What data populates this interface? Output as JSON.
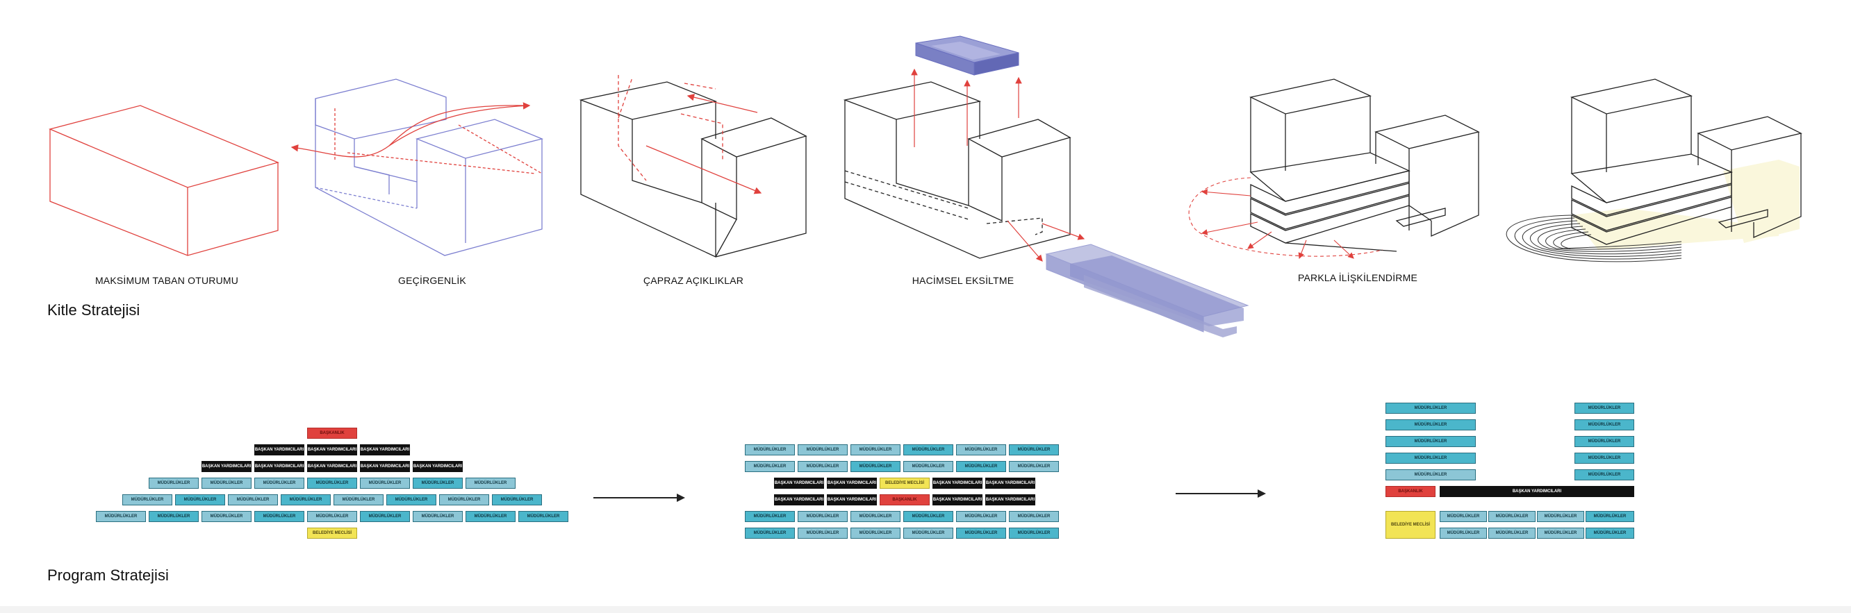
{
  "captions": {
    "c1": "MAKSİMUM TABAN OTURUMU",
    "c2": "GEÇİRGENLİK",
    "c3": "ÇAPRAZ AÇIKLIKLAR",
    "c4": "HACİMSEL EKSİLTME",
    "c5": "PARKLA İLİŞKİLENDİRME"
  },
  "sections": {
    "kitle": "Kitle Stratejisi",
    "program": "Program Stratejisi"
  },
  "labels": {
    "baskanlik": "BAŞKANLIK",
    "baskan_yard": "BAŞKAN YARDIMCILARI",
    "mudurlukler": "MÜDÜRLÜKLER",
    "belediye_meclisi": "BELEDİYE MECLİSİ"
  },
  "colors": {
    "line_red": "#e0413d",
    "line_blue": "#7c7fd0",
    "volume_blue": "#7a80c4",
    "mud_light": "#8cc6d6",
    "mud_dark": "#4bb6cb",
    "baskan": "#111111",
    "baskanlik": "#e0413d",
    "meclis": "#f2e455",
    "park_fill": "#faf7dc"
  }
}
